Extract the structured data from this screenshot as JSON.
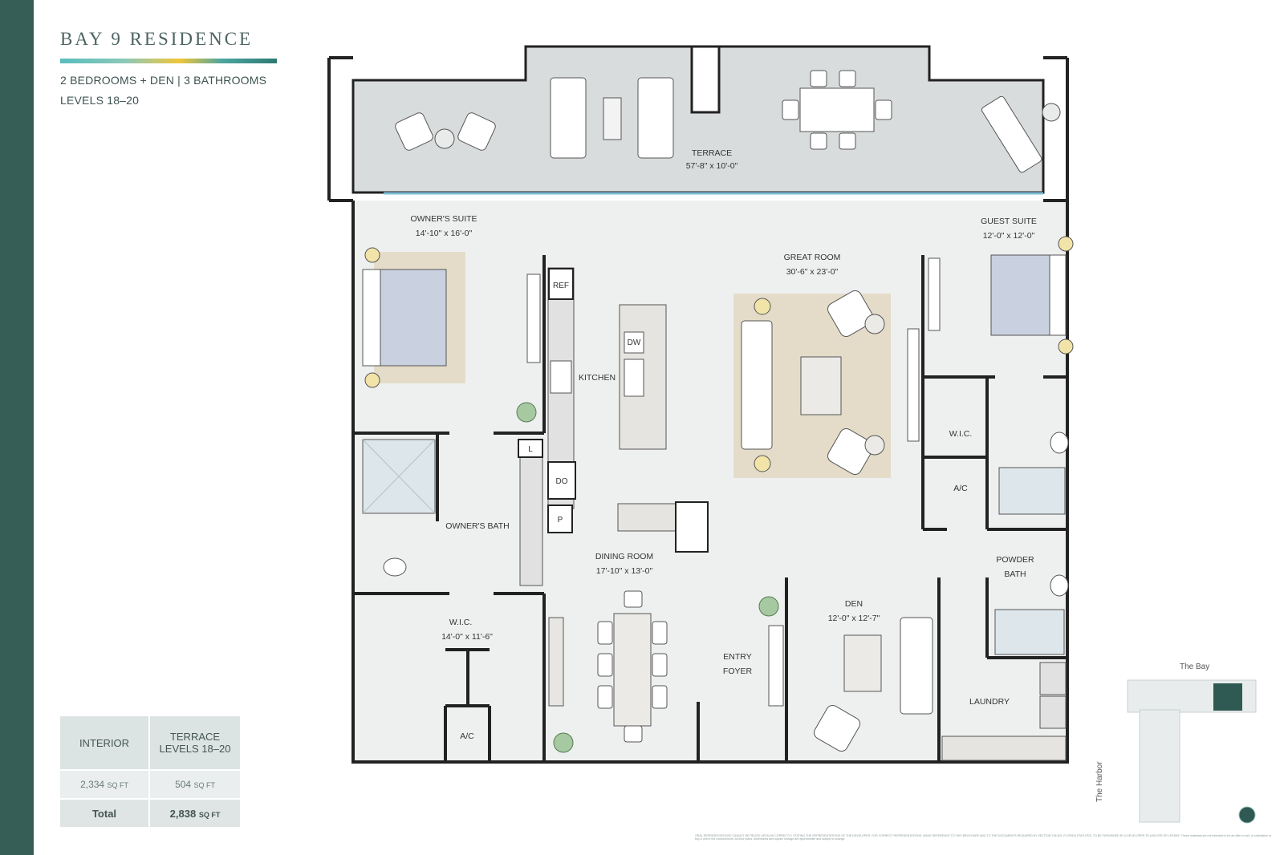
{
  "header": {
    "title": "BAY 9 RESIDENCE",
    "rooms_line": "2 BEDROOMS + DEN  |  3 BATHROOMS",
    "levels_line": "LEVELS 18–20"
  },
  "area_table": {
    "col1_header": "INTERIOR",
    "col2_header_line1": "TERRACE",
    "col2_header_line2": "LEVELS 18–20",
    "interior_value": "2,334",
    "interior_unit": "SQ FT",
    "terrace_value": "504",
    "terrace_unit": "SQ FT",
    "total_label": "Total",
    "total_value": "2,838",
    "total_unit": "SQ FT"
  },
  "rooms": {
    "terrace": {
      "name": "TERRACE",
      "dims": "57'-8\" x 10'-0\""
    },
    "owners_suite": {
      "name": "OWNER'S SUITE",
      "dims": "14'-10\" x 16'-0\""
    },
    "great_room": {
      "name": "GREAT ROOM",
      "dims": "30'-6\" x 23'-0\""
    },
    "guest_suite": {
      "name": "GUEST SUITE",
      "dims": "12'-0\" x 12'-0\""
    },
    "kitchen": {
      "name": "KITCHEN"
    },
    "owners_bath": {
      "name": "OWNER'S BATH"
    },
    "dining_room": {
      "name": "DINING ROOM",
      "dims": "17'-10\" x 13'-0\""
    },
    "wic_owner": {
      "name": "W.I.C.",
      "dims": "14'-0\" x 11'-6\""
    },
    "wic_guest": {
      "name": "W.I.C."
    },
    "ac_guest": {
      "name": "A/C"
    },
    "ac_owner": {
      "name": "A/C"
    },
    "powder_bath_line1": "POWDER",
    "powder_bath_line2": "BATH",
    "den": {
      "name": "DEN",
      "dims": "12'-0\" x 12'-7\""
    },
    "entry_line1": "ENTRY",
    "entry_line2": "FOYER",
    "laundry": {
      "name": "LAUNDRY"
    }
  },
  "appliances": {
    "ref": "REF",
    "dw": "DW",
    "l": "L",
    "do": "DO",
    "p": "P"
  },
  "keymap": {
    "the_bay": "The Bay",
    "the_harbor": "The Harbor",
    "highlight_color": "#2f5a53"
  },
  "disclaimer": "ORAL REPRESENTATIONS CANNOT BE RELIED UPON AS CORRECTLY STATING THE REPRESENTATIONS OF THE DEVELOPER. FOR CORRECT REPRESENTATIONS, MAKE REFERENCE TO THIS BROCHURE AND TO THE DOCUMENTS REQUIRED BY SECTION 718.503, FLORIDA STATUTES, TO BE FURNISHED BY A DEVELOPER TO A BUYER OR LESSEE. These materials are not intended to be an offer to sell, or solicitation to buy a unit in the condominium. All floor plans, dimensions and square footage are approximate and subject to change.",
  "colors": {
    "sidebar": "#365e57",
    "floor": "#eef0f0",
    "terrace": "#d9dcdd",
    "rug": "#e4dcc9",
    "bed": "#c9d0e0",
    "counter": "#e1e1e1"
  }
}
